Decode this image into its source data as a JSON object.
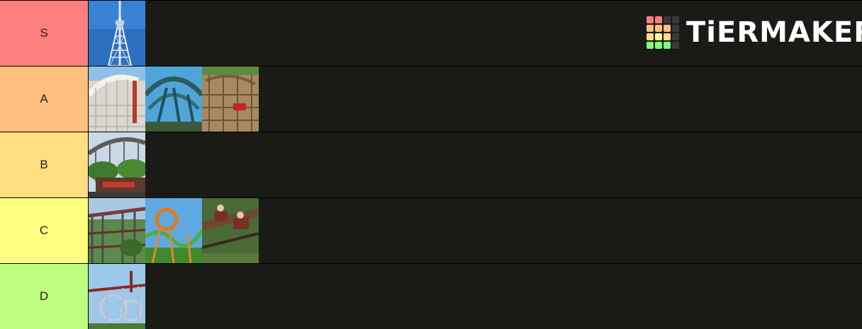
{
  "logo": {
    "text": "TiERMAKER",
    "grid_colors": [
      "#ff7f7f",
      "#ff7f7f",
      "#3a3a3a",
      "#3a3a3a",
      "#ffbf7f",
      "#ffbf7f",
      "#ffbf7f",
      "#3a3a3a",
      "#ffdf7f",
      "#ffff7f",
      "#ffdf7f",
      "#3a3a3a",
      "#7fff7f",
      "#7fff7f",
      "#7fff7f",
      "#3a3a3a"
    ]
  },
  "tiers": [
    {
      "label": "S",
      "color": "#ff7f7f",
      "items": [
        "tower-ride"
      ]
    },
    {
      "label": "A",
      "color": "#ffbf7f",
      "items": [
        "white-wooden-coaster",
        "teal-steel-coaster",
        "brown-wooden-coaster"
      ]
    },
    {
      "label": "B",
      "color": "#ffdf7f",
      "items": [
        "wooden-coaster-station"
      ]
    },
    {
      "label": "C",
      "color": "#ffff7f",
      "items": [
        "suspended-coaster",
        "green-orange-coaster",
        "mine-train-riders"
      ]
    },
    {
      "label": "D",
      "color": "#bfff7f",
      "items": [
        "looping-steel-coaster"
      ]
    }
  ]
}
